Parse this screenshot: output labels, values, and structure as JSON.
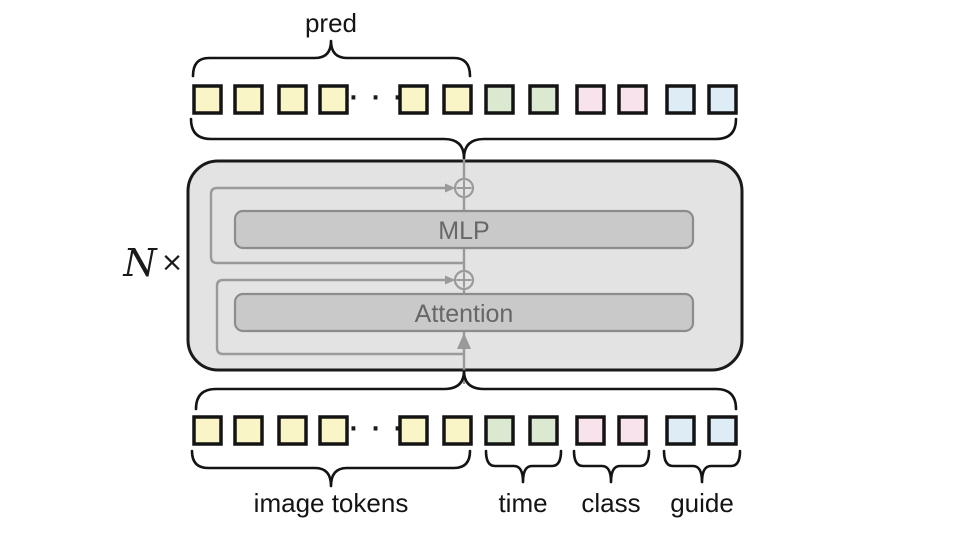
{
  "labels": {
    "pred": "pred",
    "repeat_n": "N",
    "repeat_times": "×",
    "mlp": "MLP",
    "attention": "Attention",
    "image_tokens": "image tokens",
    "time": "time",
    "class": "class",
    "guide": "guide",
    "ellipsis": "· · ·"
  },
  "colors": {
    "image_token": "#F9F5C6",
    "time_token": "#DBE9D0",
    "class_token": "#F8E3EC",
    "guide_token": "#DEEDF5",
    "token_border": "#141414",
    "container_fill": "#E3E3E3",
    "container_border": "#1A1A1A",
    "inner_block_fill": "#C9C9C9",
    "inner_block_border": "#8C8C8C",
    "inner_block_text": "#676767",
    "wire_gray": "#9A9A9A",
    "brace_black": "#141414"
  },
  "block": {
    "repeat_label": "N×",
    "inner_blocks": [
      "Attention",
      "MLP"
    ],
    "residual_add_symbols": 2
  },
  "token_rows": {
    "top": {
      "brace_label": "pred",
      "groups": [
        {
          "group": "pred (image tokens)",
          "color": "#F9F5C6",
          "tokens_shown": 6,
          "ellipsis": true
        },
        {
          "group": "time",
          "color": "#DBE9D0",
          "tokens_shown": 2
        },
        {
          "group": "class",
          "color": "#F8E3EC",
          "tokens_shown": 2
        },
        {
          "group": "guide",
          "color": "#DEEDF5",
          "tokens_shown": 2
        }
      ]
    },
    "bottom": {
      "groups": [
        {
          "group": "image tokens",
          "color": "#F9F5C6",
          "tokens_shown": 6,
          "ellipsis": true
        },
        {
          "group": "time",
          "color": "#DBE9D0",
          "tokens_shown": 2
        },
        {
          "group": "class",
          "color": "#F8E3EC",
          "tokens_shown": 2
        },
        {
          "group": "guide",
          "color": "#DEEDF5",
          "tokens_shown": 2
        }
      ]
    }
  }
}
